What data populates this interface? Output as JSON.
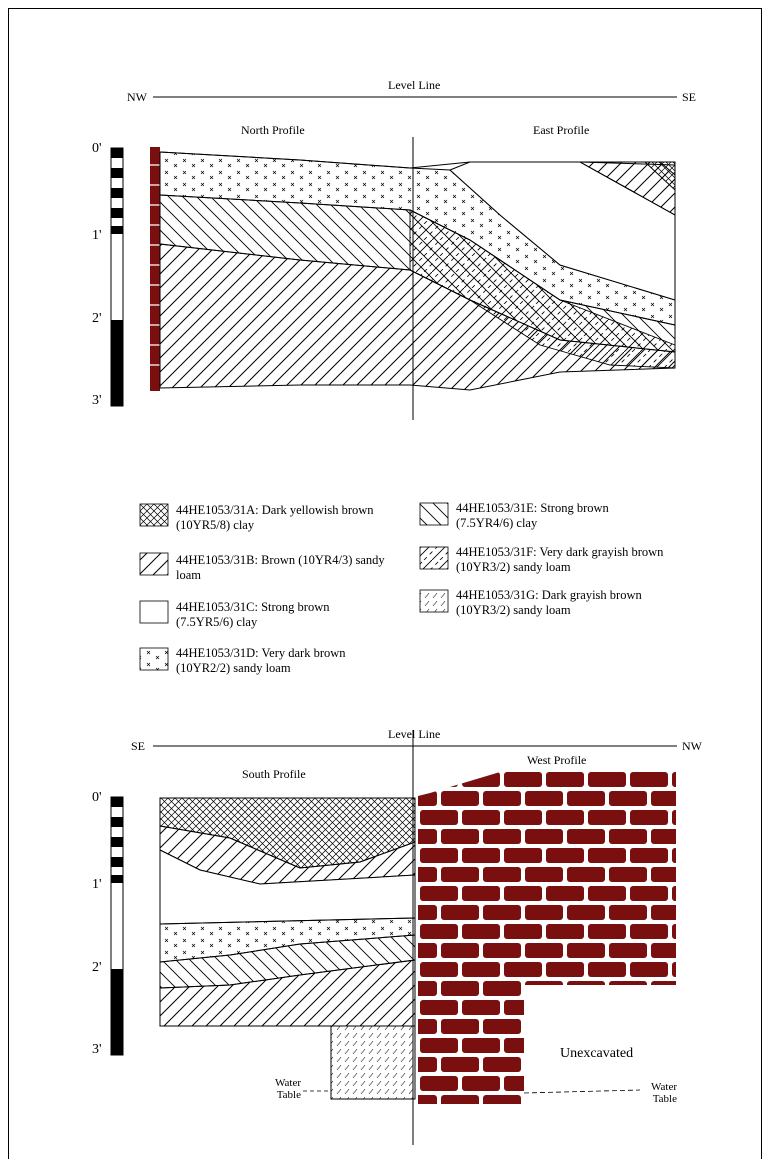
{
  "top_section": {
    "level_line": "Level Line",
    "left_dir": "NW",
    "right_dir": "SE",
    "left_profile": "North Profile",
    "right_profile": "East Profile"
  },
  "bottom_section": {
    "level_line": "Level Line",
    "left_dir": "SE",
    "right_dir": "NW",
    "left_profile": "South Profile",
    "right_profile": "West Profile",
    "unexcavated": "Unexcavated",
    "water_table_left": "Water\nTable",
    "water_table_right": "Water\nTable"
  },
  "depth_ticks": [
    "0'",
    "1'",
    "2'",
    "3'"
  ],
  "legend": [
    {
      "pattern": "crosshatch",
      "text": "44HE1053/31A: Dark yellowish brown (10YR5/8) clay"
    },
    {
      "pattern": "diag",
      "text": "44HE1053/31B: Brown (10YR4/3) sandy loam"
    },
    {
      "pattern": "blank",
      "text": "44HE1053/31C: Strong brown (7.5YR5/6) clay"
    },
    {
      "pattern": "dots",
      "text": "44HE1053/31D: Very dark brown (10YR2/2) sandy loam"
    },
    {
      "pattern": "backdiag",
      "text": "44HE1053/31E: Strong brown (7.5YR4/6) clay"
    },
    {
      "pattern": "diagdash",
      "text": "44HE1053/31F: Very dark grayish brown (10YR3/2) sandy loam"
    },
    {
      "pattern": "dashes",
      "text": "44HE1053/31G: Dark grayish brown (10YR3/2) sandy loam"
    }
  ],
  "colors": {
    "brick": "#7a0f0f",
    "ink": "#000000"
  }
}
